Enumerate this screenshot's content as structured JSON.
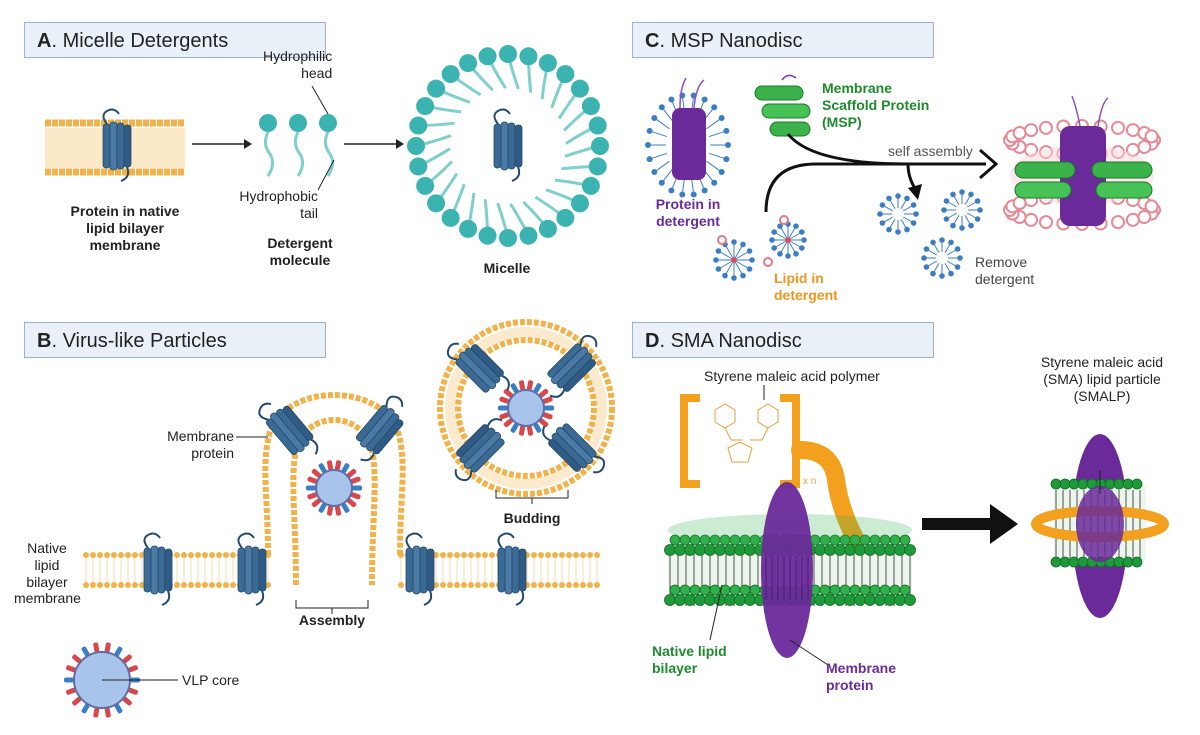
{
  "panels": {
    "a": {
      "letter": "A",
      "title": ". Micelle Detergents"
    },
    "b": {
      "letter": "B",
      "title": ". Virus-like Particles"
    },
    "c": {
      "letter": "C",
      "title": ". MSP Nanodisc"
    },
    "d": {
      "letter": "D",
      "title": ". SMA Nanodisc"
    }
  },
  "panel_a": {
    "protein_native": "Protein in native\nlipid bilayer\nmembrane",
    "hydrophilic_head": "Hydrophilic\nhead",
    "hydrophobic_tail": "Hydrophobic\ntail",
    "detergent_molecule": "Detergent\nmolecule",
    "micelle": "Micelle"
  },
  "panel_b": {
    "membrane_protein": "Membrane\nprotein",
    "native_bilayer": "Native\nlipid\nbilayer\nmembrane",
    "assembly": "Assembly",
    "budding": "Budding",
    "vlp_core": "VLP core"
  },
  "panel_c": {
    "msp": "Membrane\nScaffold Protein\n(MSP)",
    "protein_in_detergent": "Protein in\ndetergent",
    "self_assembly": "self assembly",
    "lipid_in_detergent": "Lipid in\ndetergent",
    "remove_detergent": "Remove\ndetergent"
  },
  "panel_d": {
    "sma_polymer": "Styrene maleic acid polymer",
    "smalp": "Styrene maleic acid\n(SMA) lipid particle\n(SMALP)",
    "native_lipid_bilayer": "Native lipid\nbilayer",
    "membrane_protein": "Membrane\nprotein",
    "subscript": "x n"
  },
  "colors": {
    "protein_blue": "#3b6a94",
    "lipid_orange": "#f2b24a",
    "teal": "#3bb3b0",
    "green": "#1f9a3a",
    "purple": "#6a2a9a",
    "pink": "#f4a6ad",
    "vlp_core": "#a9c4ea"
  }
}
